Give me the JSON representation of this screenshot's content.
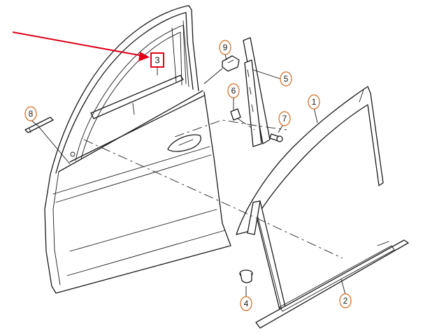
{
  "callouts": [
    {
      "id": "c1",
      "label": "1"
    },
    {
      "id": "c2",
      "label": "2"
    },
    {
      "id": "c3",
      "label": "3",
      "highlighted": true
    },
    {
      "id": "c4",
      "label": "4"
    },
    {
      "id": "c5",
      "label": "5"
    },
    {
      "id": "c6",
      "label": "6"
    },
    {
      "id": "c7",
      "label": "7"
    },
    {
      "id": "c8",
      "label": "8"
    },
    {
      "id": "c9",
      "label": "9"
    }
  ],
  "colors": {
    "callout_ring": "#d2691e",
    "highlight": "#e0001a",
    "line": "#1a1a1a"
  }
}
